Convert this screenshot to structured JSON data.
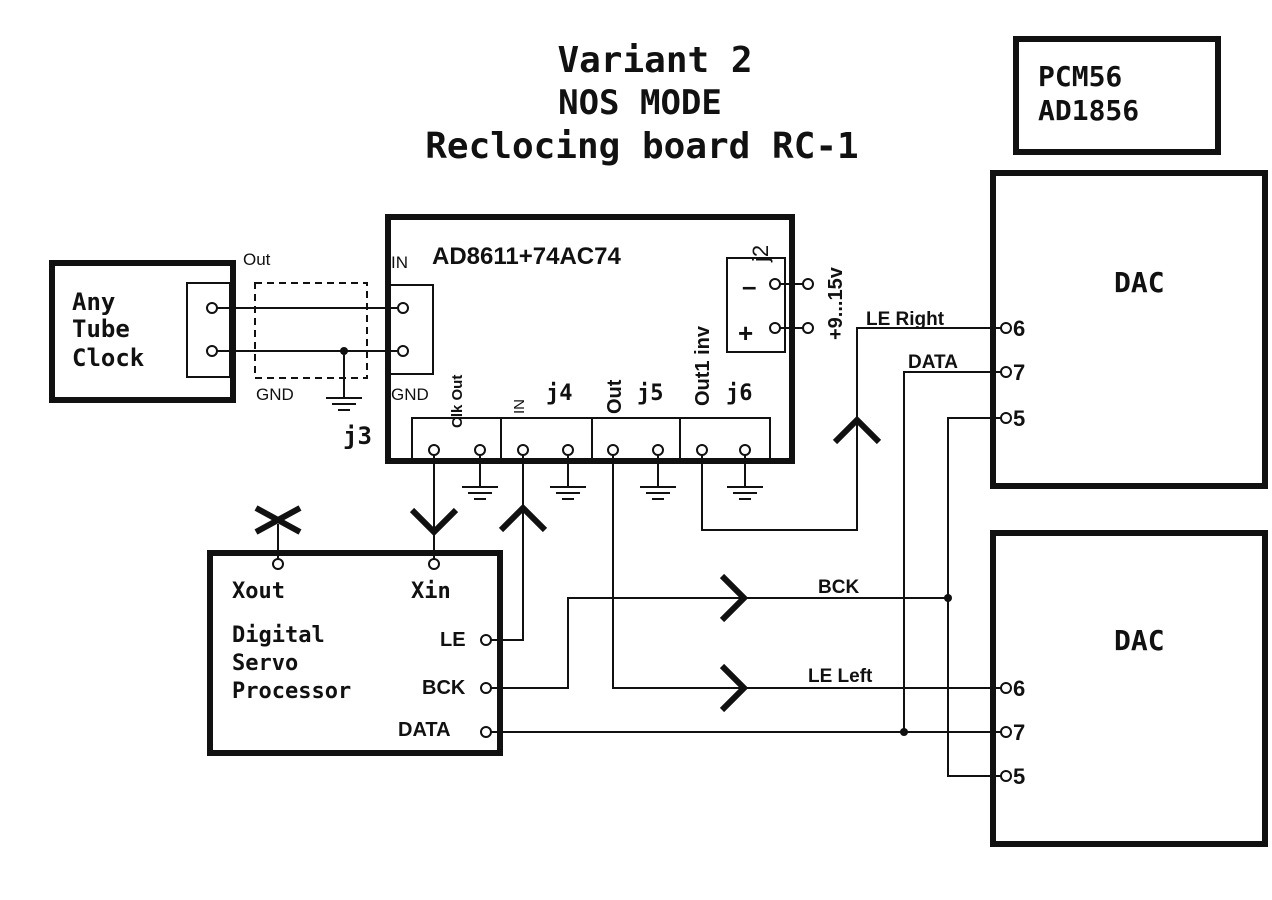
{
  "title": {
    "line1": "Variant 2",
    "line2": "NOS MODE",
    "line3": "Reclocing board RC-1"
  },
  "chip_box": {
    "line1": "PCM56",
    "line2": "AD1856"
  },
  "clock_box": {
    "line1": "Any",
    "line2": "Tube",
    "line3": "Clock"
  },
  "board": {
    "name": "AD8611+74AC74",
    "in_label": "IN",
    "out_label": "Out",
    "gnd_left": "GND",
    "gnd_right": "GND",
    "j3": "j3",
    "clk_out": "Clk Out",
    "in_pin": "IN",
    "j4": "j4",
    "out_pin": "Out",
    "j5": "j5",
    "out1_inv": "Out1 inv",
    "j6": "j6",
    "j2": "j2",
    "minus": "–",
    "plus": "+",
    "supply": "+9...15v"
  },
  "dsp": {
    "line1": "Digital",
    "line2": "Servo",
    "line3": "Processor",
    "xout": "Xout",
    "xin": "Xin",
    "le": "LE",
    "bck": "BCK",
    "data": "DATA"
  },
  "dac_top": {
    "name": "DAC",
    "pin6": "6",
    "pin7": "7",
    "pin5": "5"
  },
  "dac_bottom": {
    "name": "DAC",
    "pin6": "6",
    "pin7": "7",
    "pin5": "5"
  },
  "nets": {
    "le_right": "LE Right",
    "data": "DATA",
    "bck": "BCK",
    "le_left": "LE Left"
  }
}
